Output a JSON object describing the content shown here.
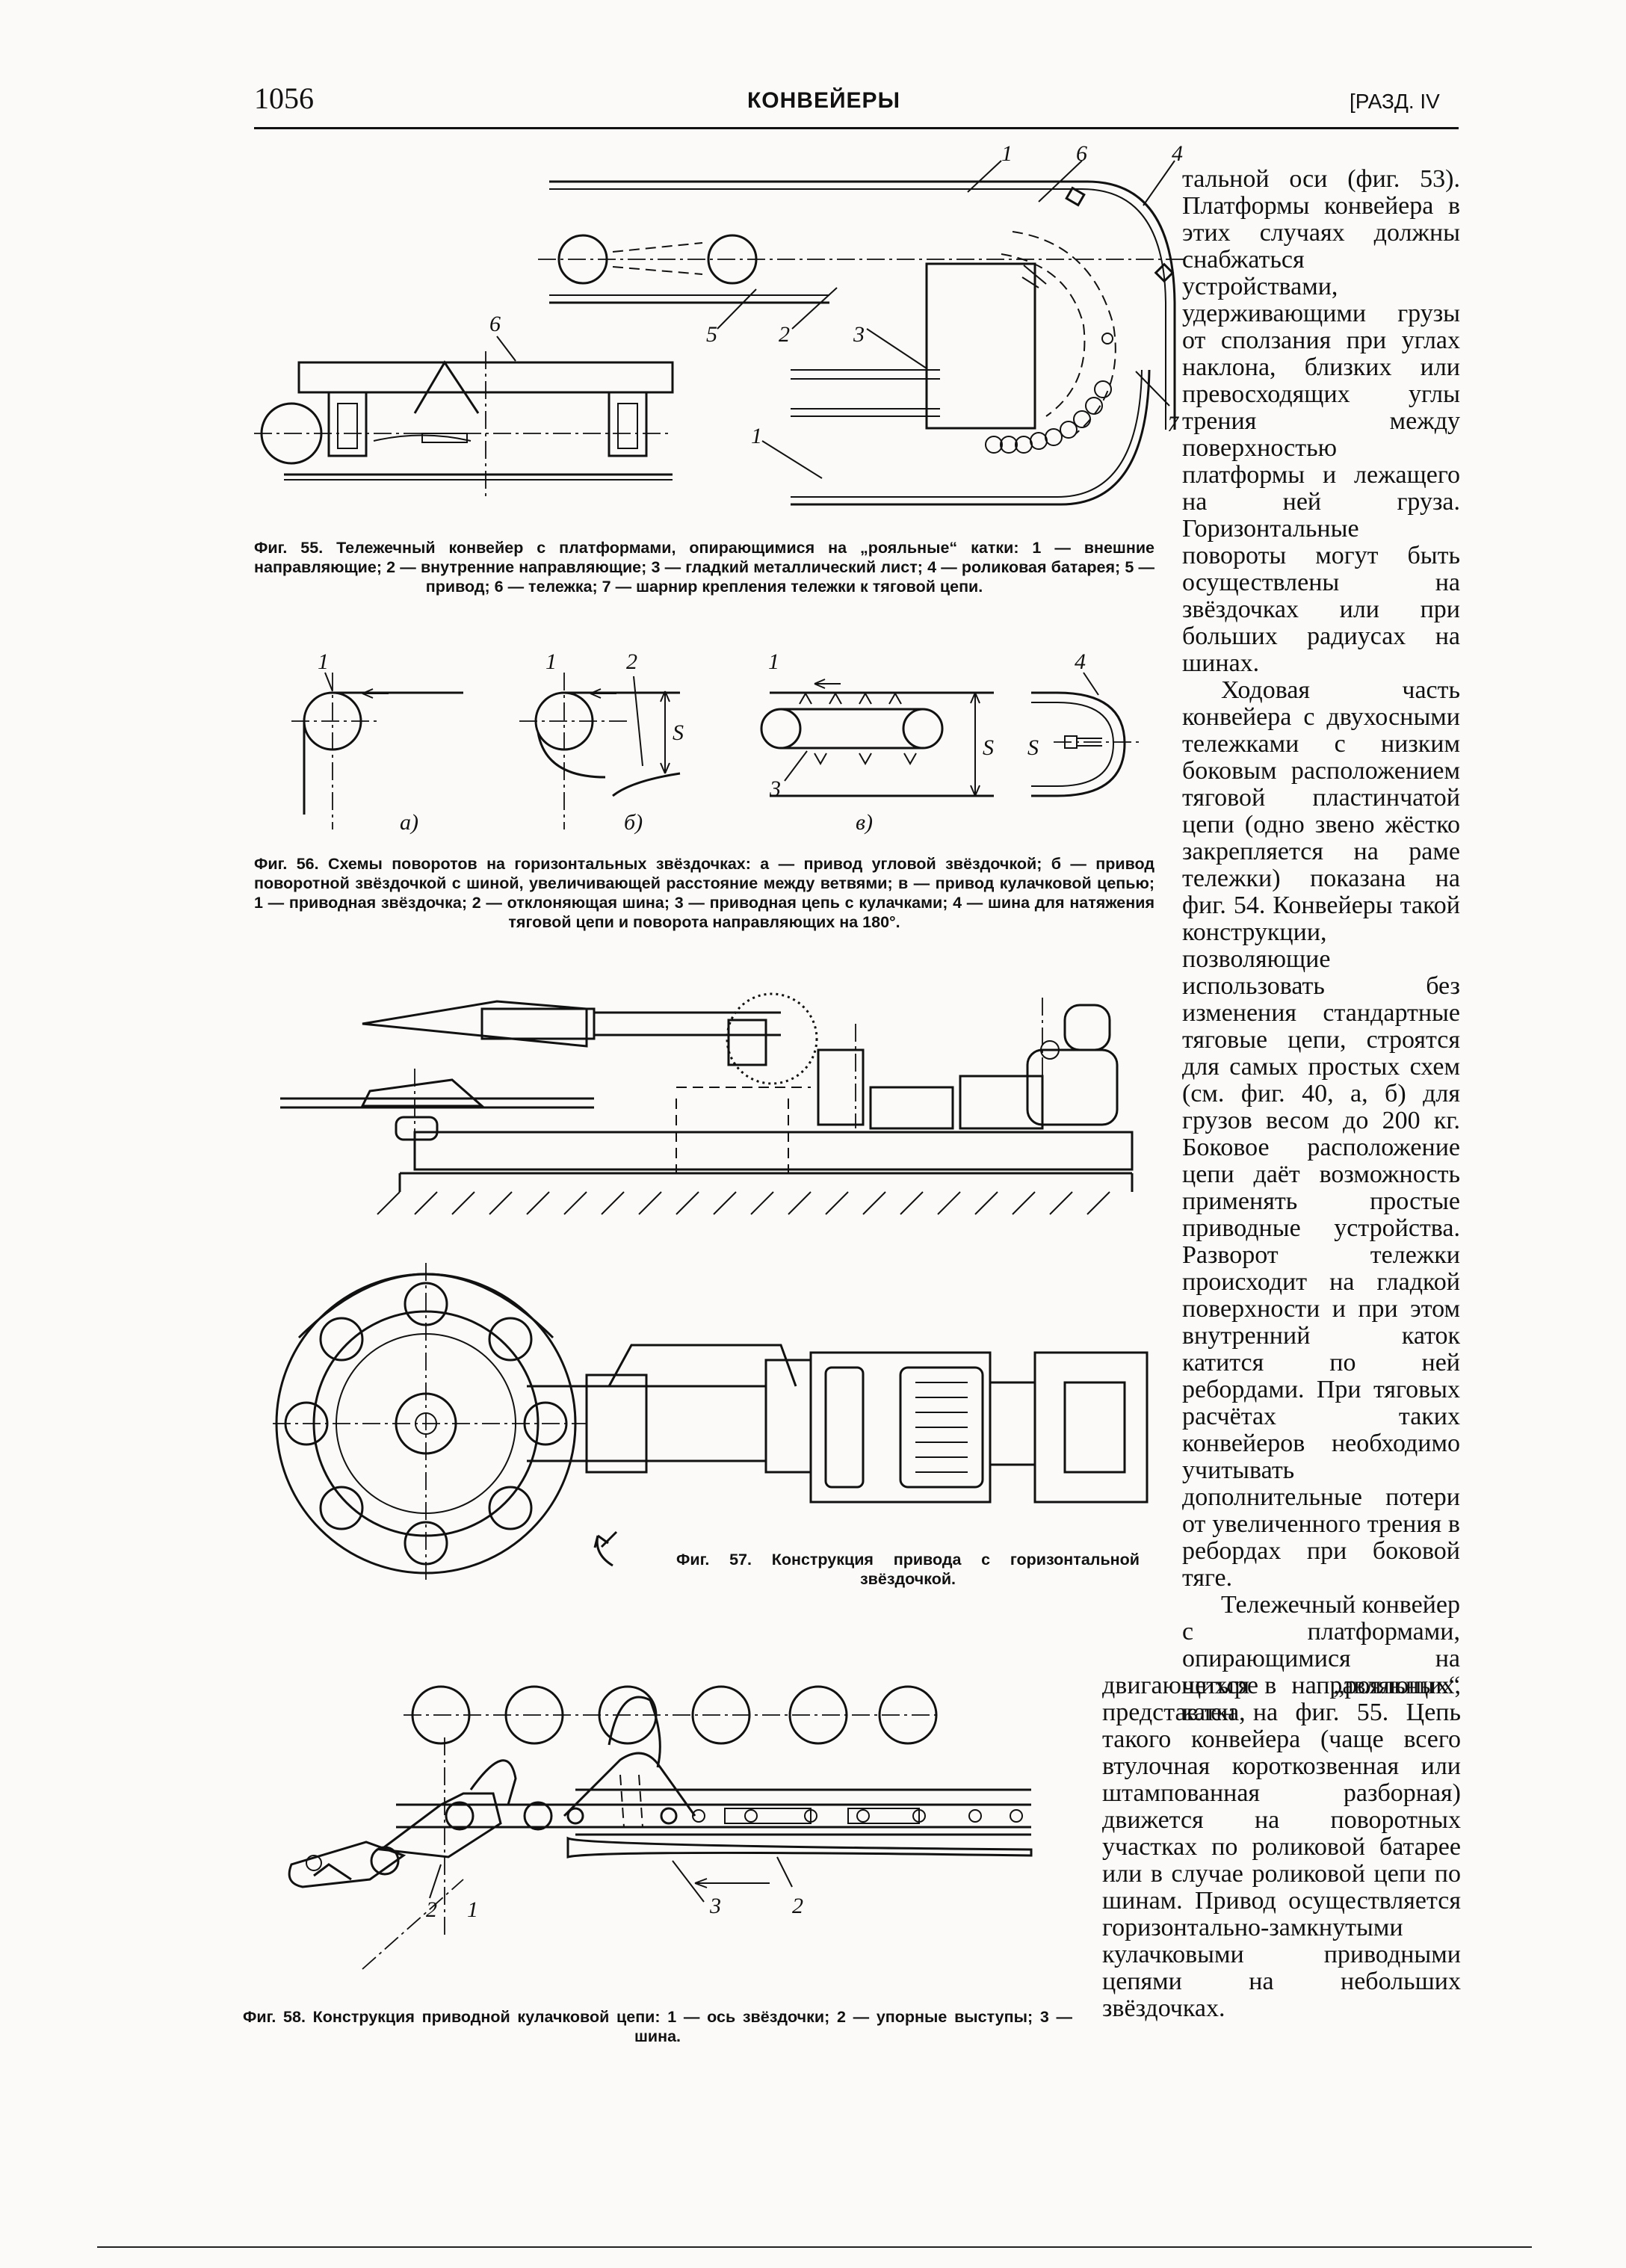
{
  "header": {
    "page_number": "1056",
    "running_head": "КОНВЕЙЕРЫ",
    "section": "[РАЗД. IV"
  },
  "figures": {
    "fig55": {
      "caption": "Фиг. 55. Тележечный конвейер с платформами, опирающимися на „рояльные“ катки: 1 — внешние направляющие; 2 — внутренние направляющие; 3 — гладкий металлический лист; 4 — роликовая батарея; 5 — привод; 6 — тележка; 7 — шарнир крепления тележки к тяговой цепи.",
      "labels": [
        "1",
        "6",
        "4",
        "6",
        "5",
        "2",
        "3",
        "7",
        "1"
      ]
    },
    "fig56": {
      "caption": "Фиг. 56. Схемы поворотов на горизонтальных звёздочках: а — привод угловой звёздочкой; б — привод поворотной звёздочкой с шиной, увеличивающей расстояние между ветвями; в — привод кулачковой цепью; 1 — приводная звёздочка; 2 — отклоняющая шина; 3 — приводная цепь с кулачками; 4 — шина для натяжения тяговой цепи и поворота направляющих на 180°.",
      "labels": [
        "1",
        "1",
        "2",
        "1",
        "3",
        "4",
        "S",
        "S",
        "S"
      ],
      "sublabels": [
        "а)",
        "б)",
        "в)"
      ]
    },
    "fig57": {
      "caption": "Фиг. 57. Конструкция привода с горизонтальной звёздочкой."
    },
    "fig58": {
      "caption": "Фиг. 58. Конструкция приводной кулачковой цепи: 1 — ось звёздочки; 2 — упорные выступы; 3 — шина.",
      "labels": [
        "2",
        "1",
        "3",
        "2"
      ]
    }
  },
  "body_text": {
    "column_paragraphs": [
      "тальной оси (фиг. 53). Платформы конвейера в этих случаях должны снабжаться устройствами, удерживающими грузы от сползания при углах наклона, близких или превосходящих углы трения между поверхностью платформы и лежащего на ней груза. Горизонтальные повороты могут быть осуществлены на звёздочках или при больших радиусах на шинах.",
      "Ходовая часть конвейера с двухосными тележками с низким боковым расположением тяговой пластинчатой цепи (одно звено жёстко закрепляется на раме тележки) показана на фиг. 54. Конвейеры такой конструкции, позволяющие использовать без изменения стандартные тяговые цепи, строятся для самых простых схем (см. фиг. 40, а, б) для грузов весом до 200 кг. Боковое расположение цепи даёт возможность применять простые приводные устройства. Разворот тележки происходит на гладкой поверхности и при этом внутренний каток катится по ней ребордами. При тяговых расчётах таких конвейеров необходимо учитывать дополнительные потери от увеличенного трения в ребордах при боковой тяге.",
      "Тележечный конвейер с платформами, опирающимися на четыре „рояльных“ катка,"
    ],
    "wide_paragraph": "двигающихся в направляющих, представлен на фиг. 55. Цепь такого конвейера (чаще всего втулочная короткозвенная или штампованная разборная) движется на поворотных участках по роликовой батарее или в случае роликовой цепи по шинам. Привод осуществляется горизонтально-замкнутыми кулачковыми приводными цепями на небольших звёздочках."
  }
}
